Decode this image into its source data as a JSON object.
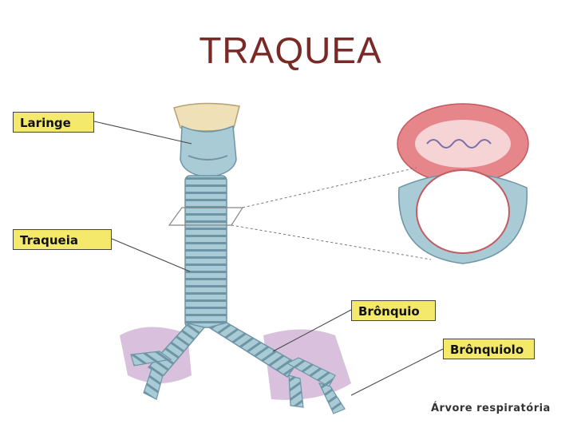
{
  "title": "TRAQUEA",
  "labels": {
    "laringe": "Laringe",
    "traqueia": "Traqueia",
    "bronquio": "Brônquio",
    "bronquiolo": "Brônquiolo"
  },
  "caption": "Árvore respiratória",
  "colors": {
    "title": "#7a2a26",
    "label_bg": "#f4e96a",
    "cartilage": "#a9cbd6",
    "cartilage_dark": "#6e95a6",
    "mucosa": "#e7868a",
    "lung_tissue": "#c9a7cf",
    "larynx_top": "#efe0b8"
  },
  "icons": {
    "cross_section": "trachea-cross-section-icon"
  }
}
